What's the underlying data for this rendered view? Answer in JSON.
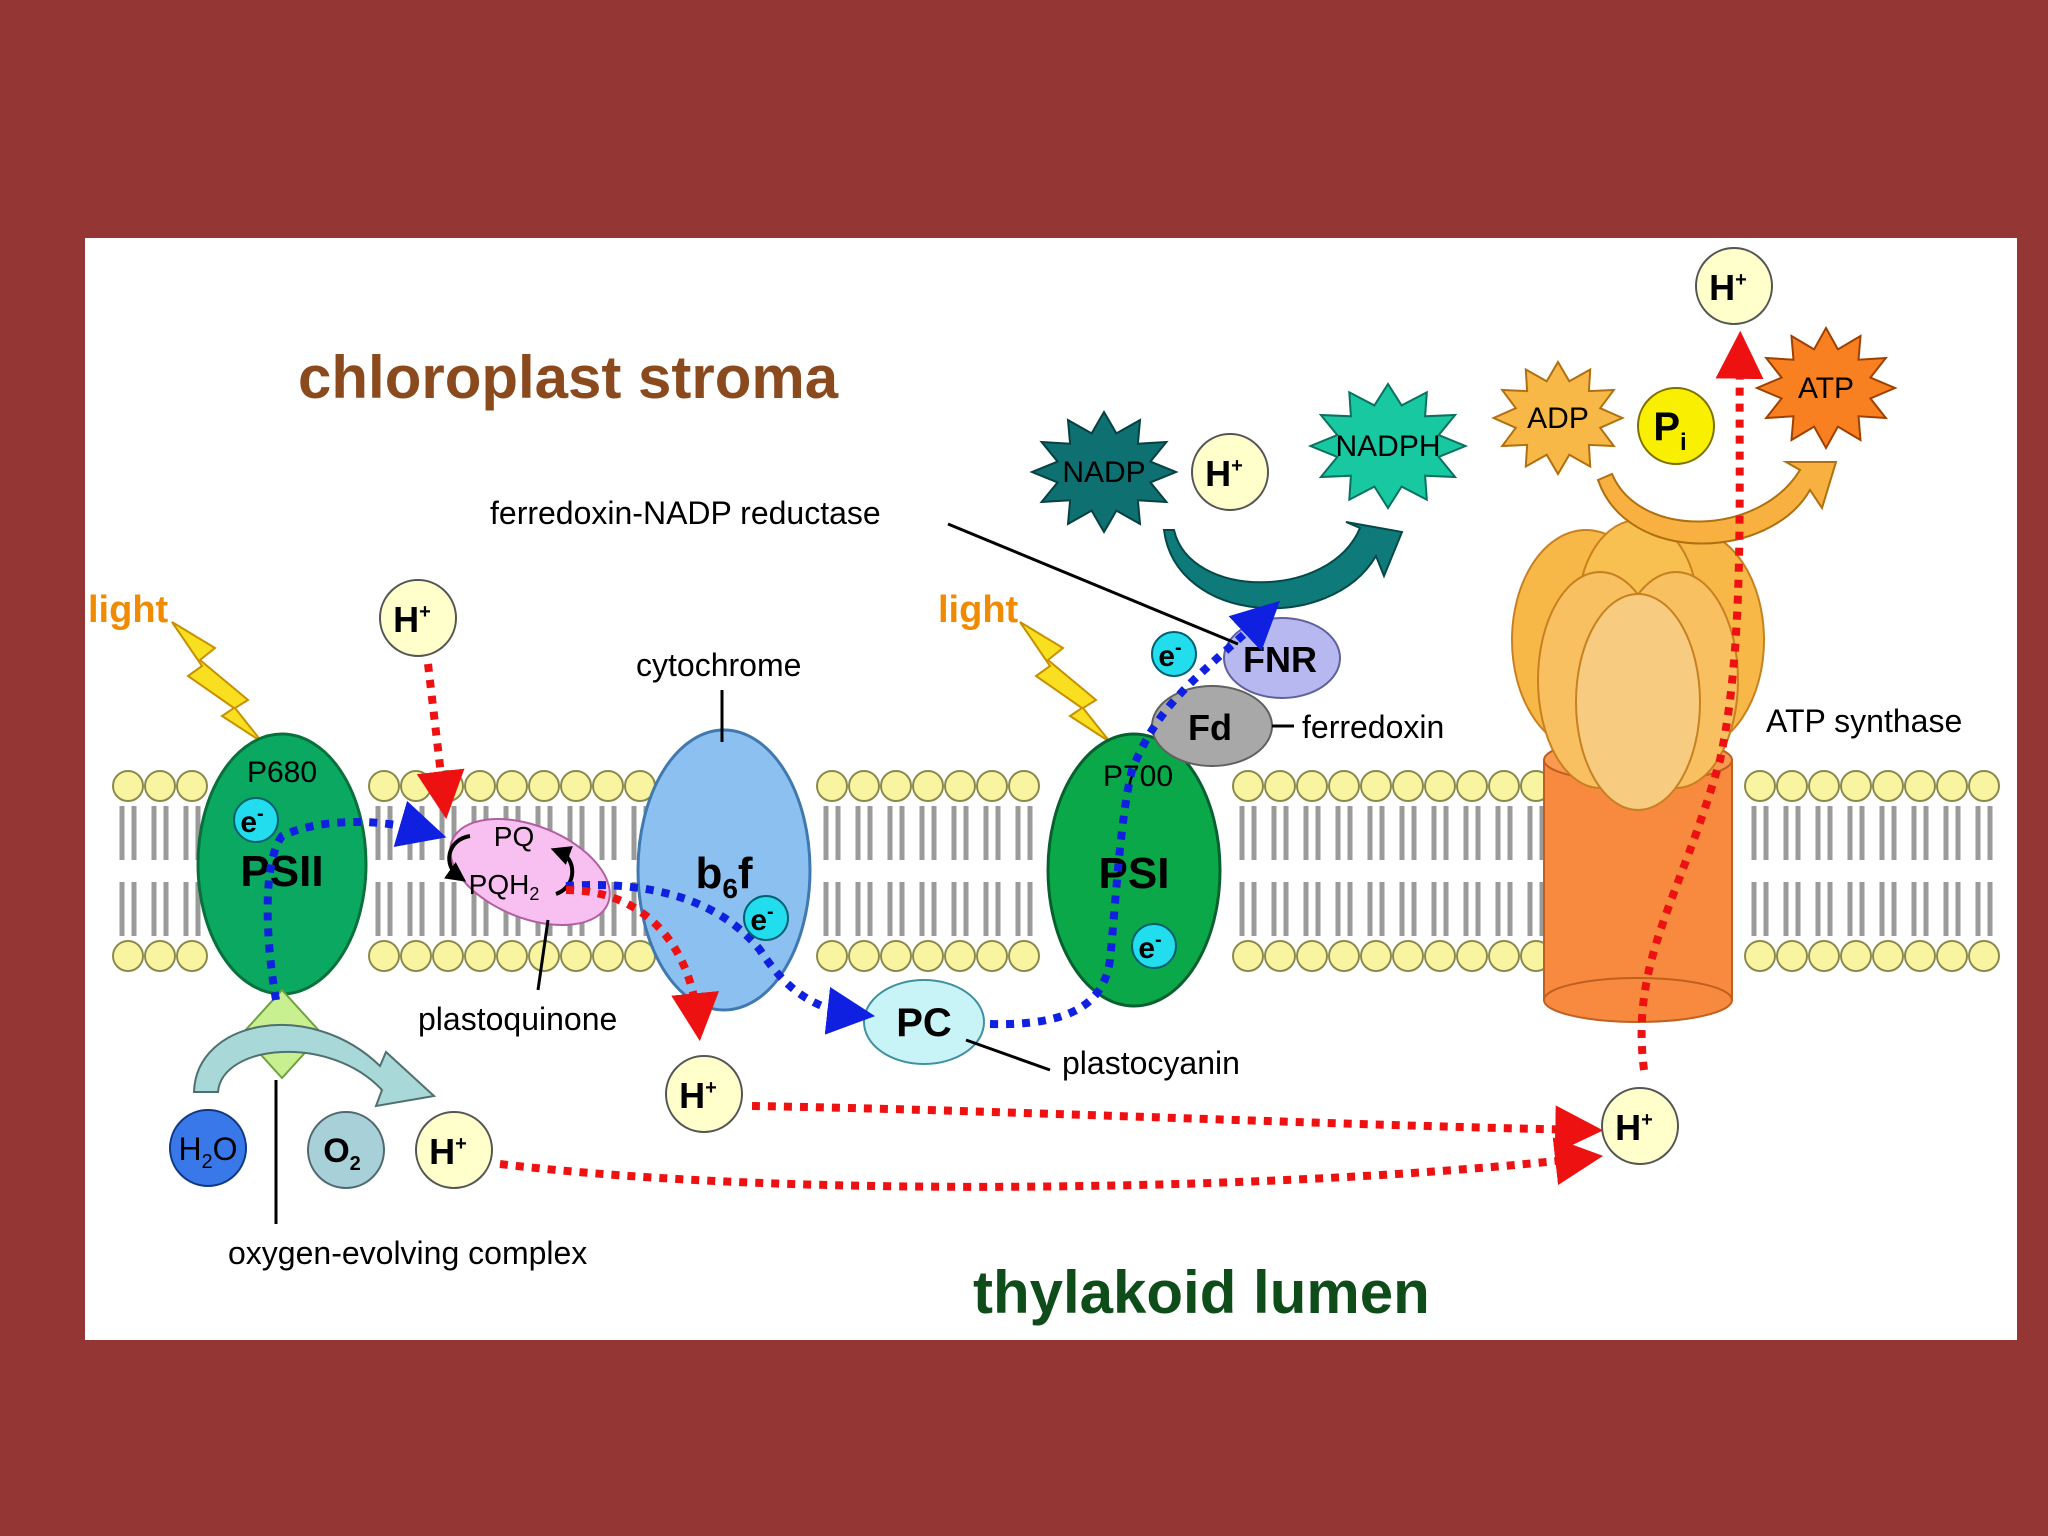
{
  "regions": {
    "stroma": "chloroplast stroma",
    "lumen": "thylakoid lumen"
  },
  "light": [
    "light",
    "light"
  ],
  "psii": {
    "pigment": "P680",
    "name": "PSII"
  },
  "psi": {
    "pigment": "P700",
    "name": "PSI"
  },
  "pq": {
    "oxidized": "PQ",
    "reduced": "PQH",
    "reduced_sub": "2"
  },
  "cytochrome": {
    "main": "b",
    "sub": "6",
    "suffix": "f"
  },
  "pc": "PC",
  "fd": "Fd",
  "fnr": "FNR",
  "electron": {
    "symbol": "e",
    "charge": "-"
  },
  "proton": {
    "symbol": "H",
    "charge": "+"
  },
  "molecules": {
    "h2o": {
      "a": "H",
      "sub": "2",
      "b": "O"
    },
    "o2": {
      "a": "O",
      "sub": "2"
    },
    "nadp": "NADP",
    "nadph": "NADPH",
    "adp": "ADP",
    "atp": "ATP",
    "pi": {
      "a": "P",
      "sub": "i"
    }
  },
  "labels": {
    "fnr": "ferredoxin-NADP reductase",
    "cytochrome": "cytochrome",
    "ferredoxin": "ferredoxin",
    "atp_synthase": "ATP synthase",
    "plastoquinone": "plastoquinone",
    "plastocyanin": "plastocyanin",
    "oec": "oxygen-evolving complex"
  },
  "colors": {
    "background": "#943634",
    "stroma_title": "#8B4A1E",
    "lumen_title": "#0E4D1A",
    "light": "#F08A00",
    "photosystem": "#0AA860",
    "cytochrome": "#8CC0F0",
    "plastoquinone": "#F8C0F0",
    "plastocyanin": "#C8F4F8",
    "fnr": "#B8B8F0",
    "fd": "#A8A8A8",
    "proton": "#FFFFCC",
    "electron": "#22DDEE",
    "electron_path": "#1020E0",
    "proton_path": "#EE1111",
    "atp_synthase_f0": "#F88A40",
    "atp_synthase_f1": "#F8B040"
  }
}
